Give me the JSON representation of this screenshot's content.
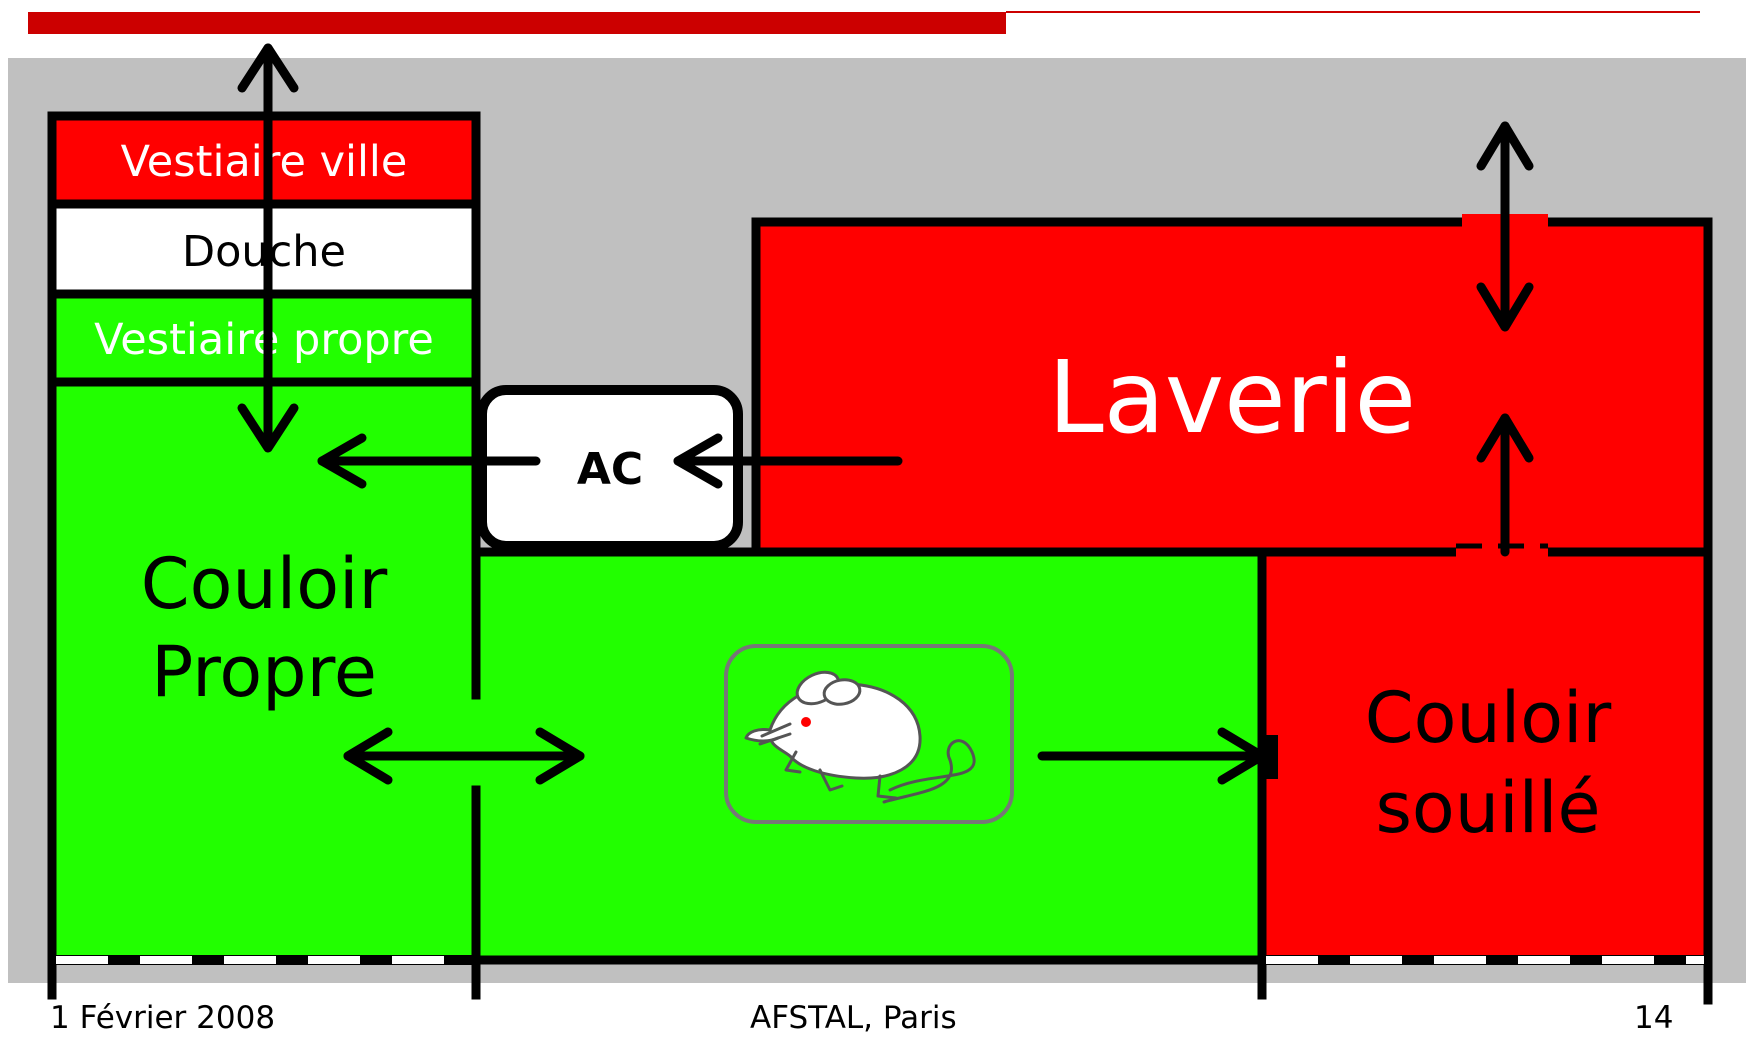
{
  "rooms": {
    "vestiaire_ville": "Vestiaire ville",
    "douche": "Douche",
    "vestiaire_propre": "Vestiaire propre",
    "couloir_propre": [
      "Couloir",
      "Propre"
    ],
    "ac": "AC",
    "laverie": "Laverie",
    "couloir_souille": [
      "Couloir",
      "souillé"
    ]
  },
  "footer": {
    "date": "1 Février 2008",
    "event": "AFSTAL, Paris",
    "page": "14"
  },
  "colors": {
    "clean": "#22ff00",
    "dirty": "#ff0000",
    "neutral": "#ffffff",
    "background": "#c0c0c0",
    "header_bar": "#cc0000"
  },
  "icons": {
    "animal": "mouse-icon"
  }
}
